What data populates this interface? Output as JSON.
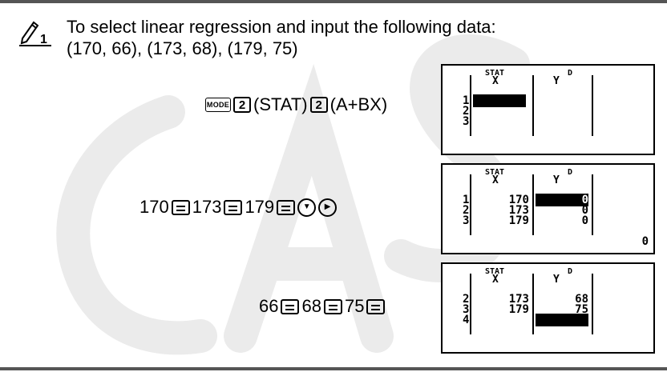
{
  "intro": {
    "line1": "To select linear regression and input the following data:",
    "line2": "(170, 66), (173, 68), (179, 75)"
  },
  "step_label": "1",
  "steps": [
    {
      "keys": {
        "mode": "MODE",
        "k1": "2",
        "t1": "(STAT)",
        "k2": "2",
        "t2": "(A+BX)"
      },
      "screen": {
        "stat": "STAT",
        "dmark": "D",
        "colx": "X",
        "coly": "Y",
        "rows": [
          "1",
          "2",
          "3"
        ]
      }
    },
    {
      "keys": {
        "n1": "170",
        "n2": "173",
        "n3": "179",
        "down": "▼",
        "right": "▶"
      },
      "screen": {
        "stat": "STAT",
        "dmark": "D",
        "colx": "X",
        "coly": "Y",
        "rows": [
          "1",
          "2",
          "3"
        ],
        "x": [
          "170",
          "173",
          "179"
        ],
        "y": [
          "0",
          "0",
          "0"
        ],
        "value": "0"
      }
    },
    {
      "keys": {
        "n1": "66",
        "n2": "68",
        "n3": "75"
      },
      "screen": {
        "stat": "STAT",
        "dmark": "D",
        "colx": "X",
        "coly": "Y",
        "rows": [
          "2",
          "3",
          "4"
        ],
        "x": [
          "173",
          "179"
        ],
        "y": [
          "68",
          "75"
        ]
      }
    }
  ],
  "watermark": "CASIO"
}
